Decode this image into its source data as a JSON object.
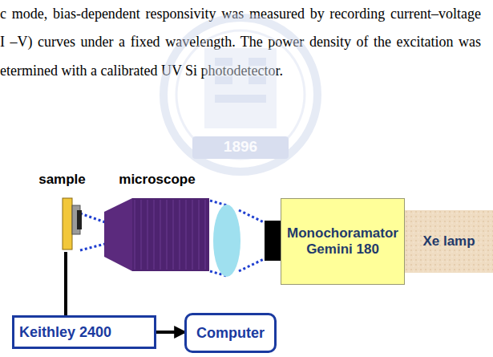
{
  "diagram": {
    "nodes": [
      {
        "text": [
          "sample"
        ]
      },
      {
        "text": [
          "microscope"
        ]
      },
      {
        "text": [
          "Monochoramator Gemini 180"
        ]
      },
      {
        "text": [
          "Xe lamp"
        ]
      },
      {
        "text": [
          "Keithley 2400"
        ]
      },
      {
        "text": [
          "Computer"
        ]
      }
    ],
    "edges": [
      {
        "from": 0,
        "to": 4,
        "arrow": "none"
      },
      {
        "from": 4,
        "to": 5,
        "arrow": "to"
      }
    ],
    "labels": [
      "c mode, bias-dependent responsivity was measured by recording current–voltage",
      "I –V) curves under a fixed wavelength. The power density of the excitation was",
      "etermined with a calibrated UV Si photodetector.",
      "1896"
    ]
  }
}
